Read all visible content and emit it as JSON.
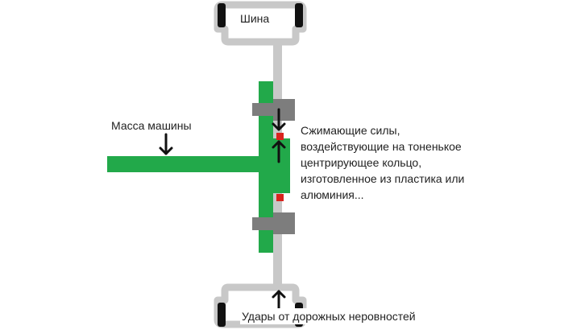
{
  "labels": {
    "tire": "Шина",
    "vehicle_mass": "Масса машины",
    "compressive_forces": "Сжимающие силы,\nвоздействующие на тоненькое\nцентрирующее кольцо,\nизготовленное из пластика или\nалюминия...",
    "road_impacts": "Удары от дорожных неровностей"
  },
  "colors": {
    "hub_green": "#22a94a",
    "rim_gray": "#c8c8c8",
    "bolt_gray": "#7d7d7d",
    "ring_red": "#d9231d",
    "arrow": "#111111",
    "text": "#222222"
  },
  "icons": [
    "arrow-down-icon",
    "arrow-up-icon"
  ]
}
